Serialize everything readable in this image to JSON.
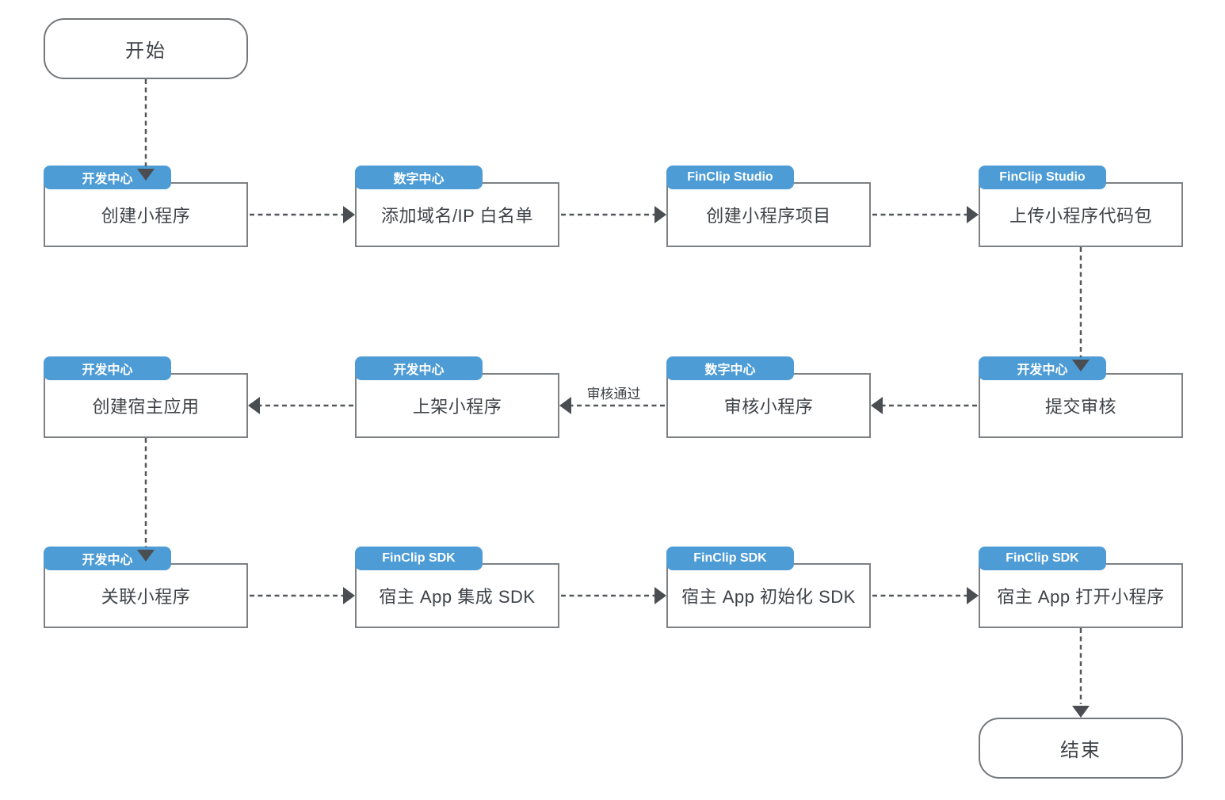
{
  "flowchart": {
    "start": {
      "label": "开始"
    },
    "end": {
      "label": "结束"
    },
    "edge_labels": {
      "approval": "审核通过"
    },
    "nodes": [
      {
        "tag": "开发中心",
        "label": "创建小程序"
      },
      {
        "tag": "数字中心",
        "label": "添加域名/IP 白名单"
      },
      {
        "tag": "FinClip Studio",
        "label": "创建小程序项目"
      },
      {
        "tag": "FinClip Studio",
        "label": "上传小程序代码包"
      },
      {
        "tag": "开发中心",
        "label": "提交审核"
      },
      {
        "tag": "数字中心",
        "label": "审核小程序"
      },
      {
        "tag": "开发中心",
        "label": "上架小程序"
      },
      {
        "tag": "开发中心",
        "label": "创建宿主应用"
      },
      {
        "tag": "开发中心",
        "label": "关联小程序"
      },
      {
        "tag": "FinClip SDK",
        "label": "宿主 App 集成 SDK"
      },
      {
        "tag": "FinClip SDK",
        "label": "宿主 App 初始化 SDK"
      },
      {
        "tag": "FinClip SDK",
        "label": "宿主 App 打开小程序"
      }
    ],
    "colors": {
      "tag_background": "#4D9CD6",
      "tag_text": "#ffffff",
      "box_border": "#7E8184",
      "node_text": "#3E4247",
      "arrow": "#55585B"
    }
  }
}
